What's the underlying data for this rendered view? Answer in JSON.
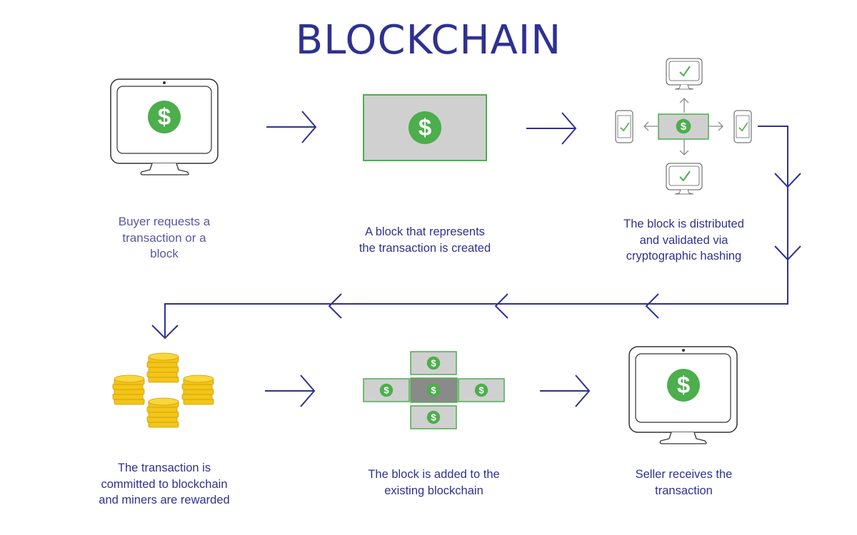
{
  "title": "BLOCKCHAIN",
  "colors": {
    "navy": "#2e3192",
    "green": "#4cae4c",
    "block_gray": "#d0d0d0",
    "coin_gold": "#f3c518"
  },
  "steps": [
    {
      "icon": "monitor-dollar",
      "lines": [
        "Buyer requests a",
        "transaction or a",
        "block"
      ]
    },
    {
      "icon": "block-dollar",
      "lines": [
        "A block that represents",
        "the transaction is created"
      ]
    },
    {
      "icon": "block-distribution",
      "lines": [
        "The block is distributed",
        "and validated via",
        "cryptographic hashing"
      ]
    },
    {
      "icon": "gold-coins",
      "lines": [
        "The transaction is",
        "committed to blockchain",
        "and miners are rewarded"
      ]
    },
    {
      "icon": "block-chain-grid",
      "lines": [
        "The block is added to the",
        "existing blockchain"
      ]
    },
    {
      "icon": "monitor-dollar",
      "lines": [
        "Seller receives the",
        "transaction"
      ]
    }
  ]
}
